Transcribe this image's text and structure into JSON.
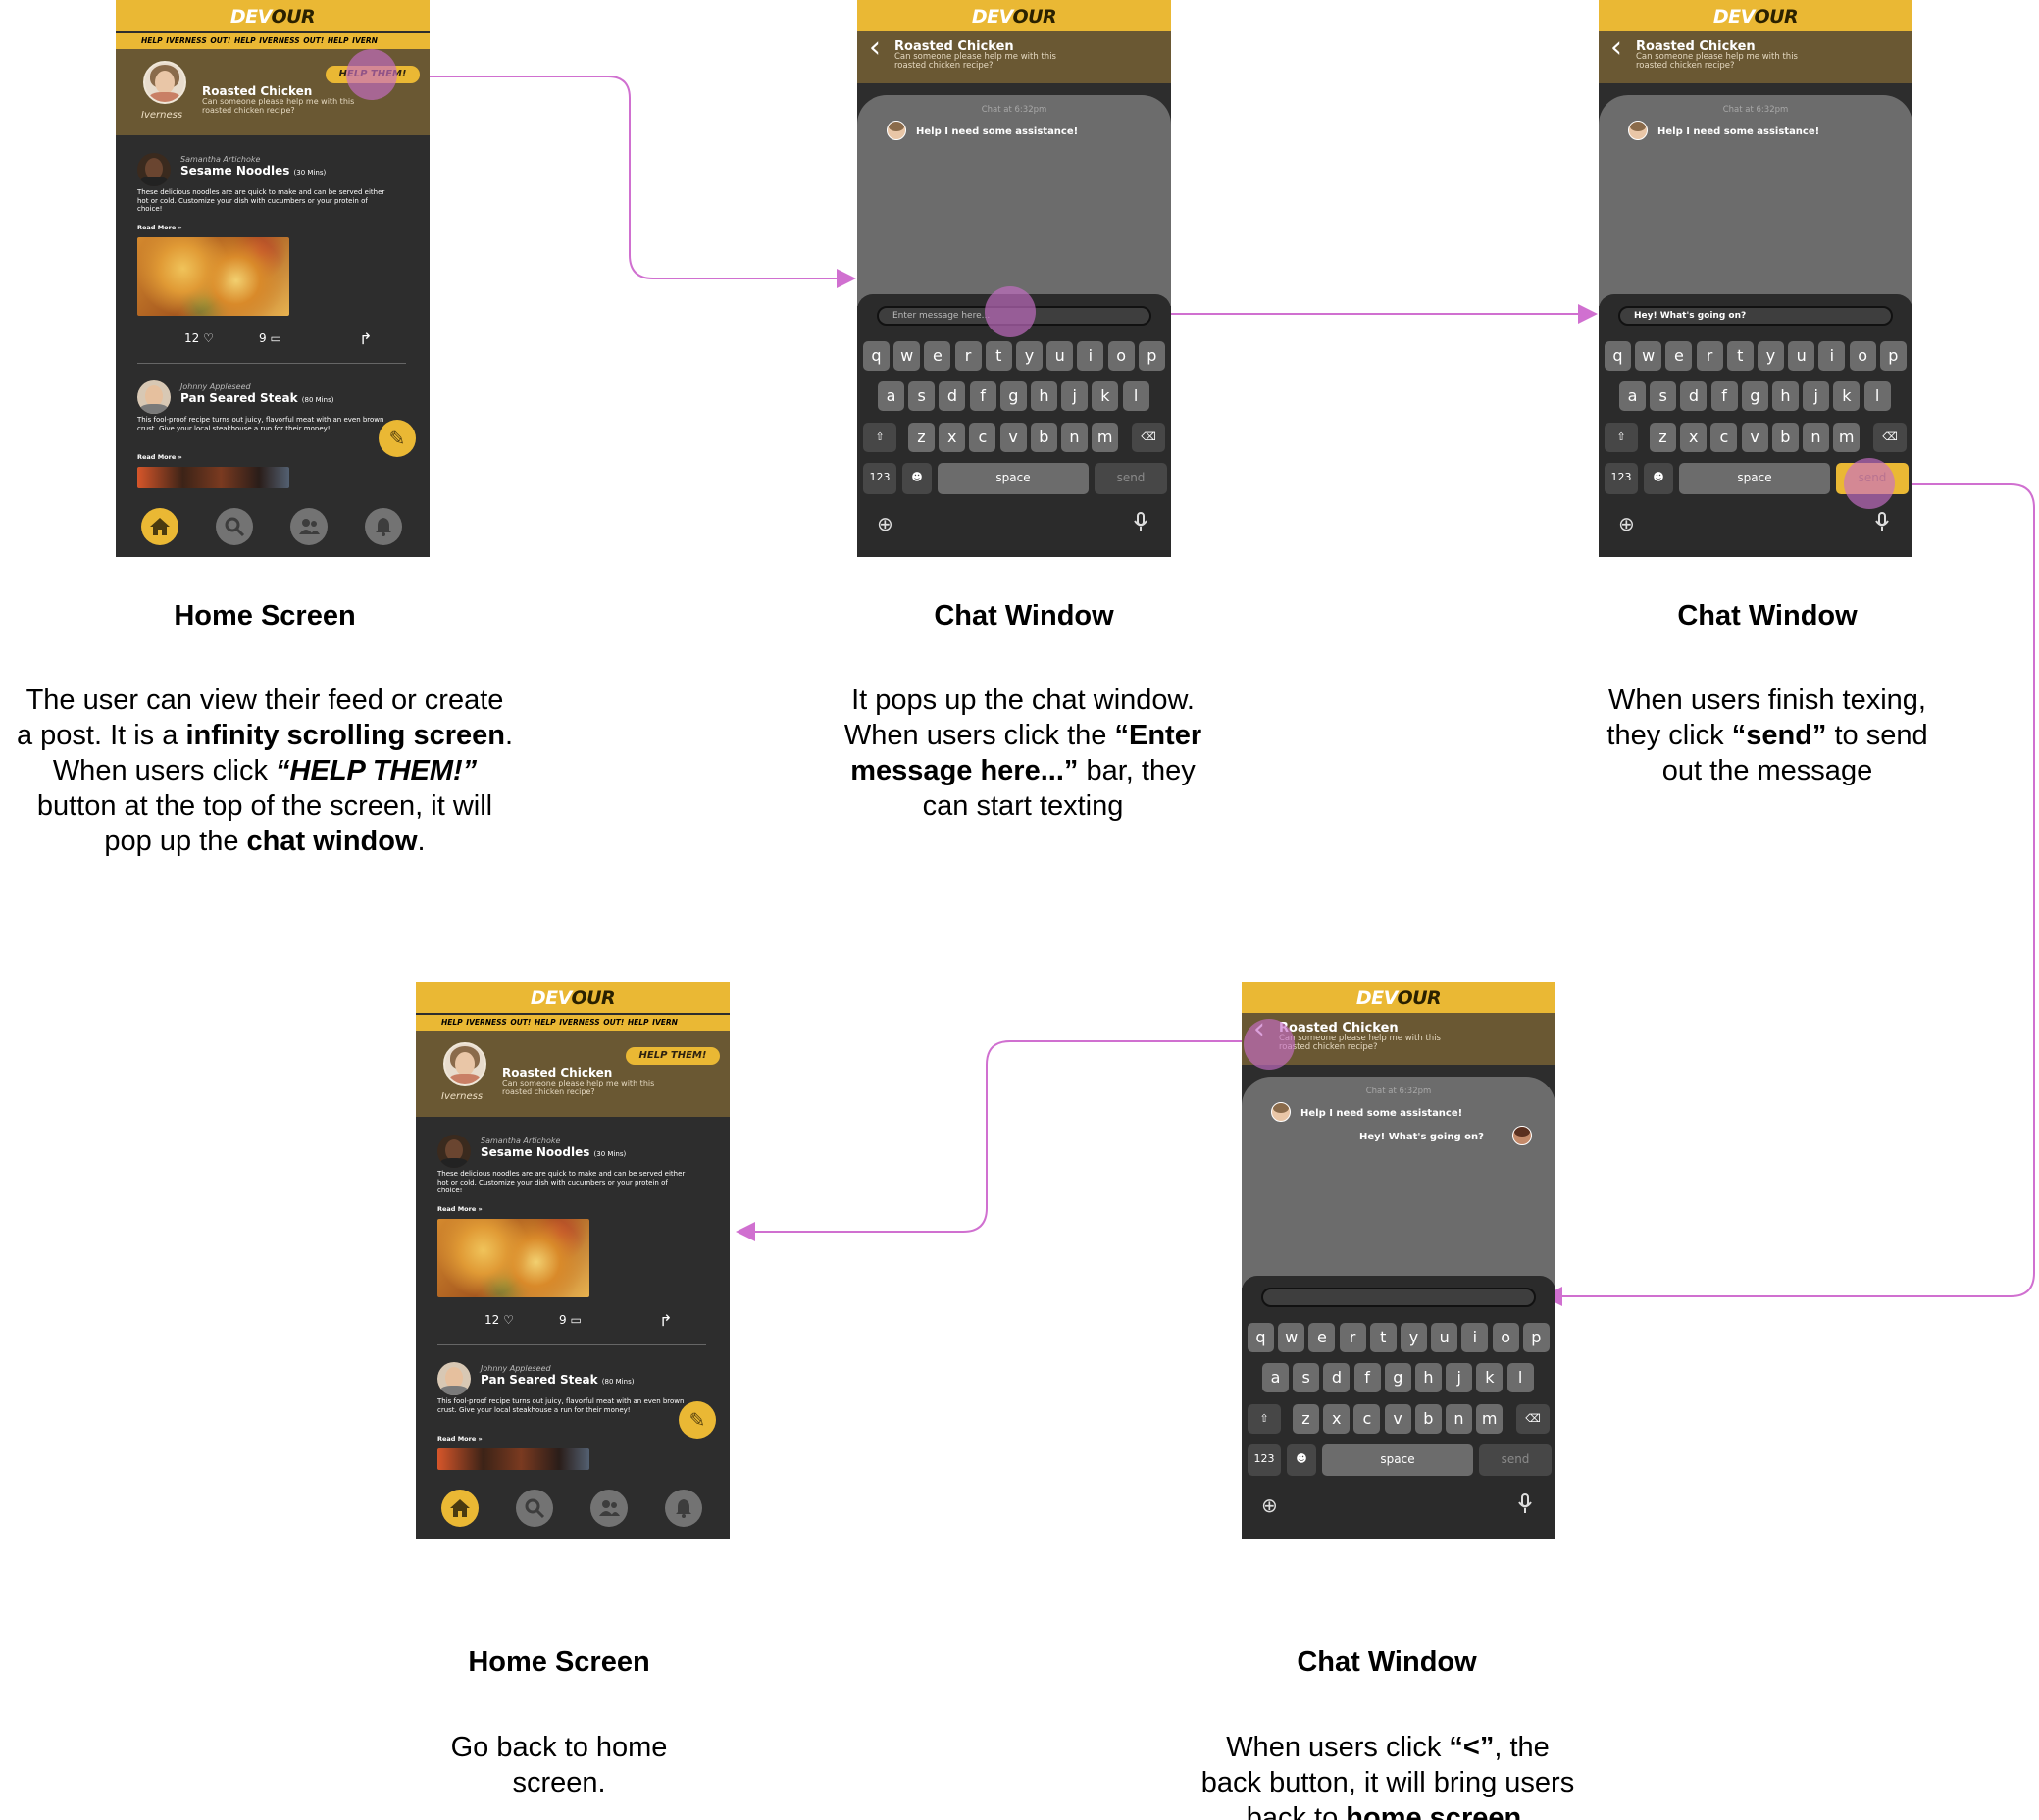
{
  "app": {
    "logo_a": "DEV",
    "logo_b": "OUR",
    "ticker": "HELP IVERNESS OUT!   HELP IVERNESS OUT!   HELP IVERN"
  },
  "banner": {
    "name": "Iverness",
    "title": "Roasted Chicken",
    "subtitle": "Can someone please help me with this roasted chicken recipe?",
    "help_button": "HELP THEM!"
  },
  "posts": [
    {
      "author": "Samantha Artichoke",
      "title": "Sesame Noodles",
      "time": "(30 Mins)",
      "desc": "These delicious noodles are are quick to make and can be served either hot or cold.  Customize your dish with cucumbers or your protein of choice!",
      "more": "Read More »",
      "likes": "12",
      "comments": "9"
    },
    {
      "author": "Johnny Appleseed",
      "title": "Pan Seared Steak",
      "time": "(80 Mins)",
      "desc": "This fool-proof recipe turns out juicy, flavorful meat with an even brown crust. Give your local steakhouse a run for their money!",
      "more": "Read More »"
    }
  ],
  "chat": {
    "title": "Roasted Chicken",
    "subtitle": "Can someone please help me with this roasted chicken recipe?",
    "time": "Chat at 6:32pm",
    "msg1": "Help I need some assistance!",
    "msg2": "Hey! What's going on?",
    "placeholder": "Enter message here...",
    "typed": "Hey! What's going on?"
  },
  "keyboard": {
    "row1": [
      "q",
      "w",
      "e",
      "r",
      "t",
      "y",
      "u",
      "i",
      "o",
      "p"
    ],
    "row2": [
      "a",
      "s",
      "d",
      "f",
      "g",
      "h",
      "j",
      "k",
      "l"
    ],
    "row3": [
      "z",
      "x",
      "c",
      "v",
      "b",
      "n",
      "m"
    ],
    "num": "123",
    "space": "space",
    "send": "send"
  },
  "steps": [
    {
      "title": "Home Screen",
      "desc_html": "The user can view their feed or create<br>a post. It is a <b>infinity scrolling screen</b>.<br>When users click <b><i>“HELP THEM!”</i></b><br>button at the top of the screen, it will<br>pop up the <b>chat window</b>."
    },
    {
      "title": "Chat Window",
      "desc_html": "It pops up the chat window.<br>When users click the <b>“Enter<br>message here...”</b> bar, they<br>can start texting"
    },
    {
      "title": "Chat Window",
      "desc_html": "When users finish texing,<br>they click <b>“send”</b> to send<br>out the message"
    },
    {
      "title": "Home Screen",
      "desc_html": "Go back to home<br>screen."
    },
    {
      "title": "Chat Window",
      "desc_html": "When users click <b>“<”</b>, the<br>back button, it will bring users<br>back to <b>home screen</b>."
    }
  ],
  "colors": {
    "accent": "#eab834",
    "banner": "#6a5833",
    "tap": "#d070d0"
  }
}
